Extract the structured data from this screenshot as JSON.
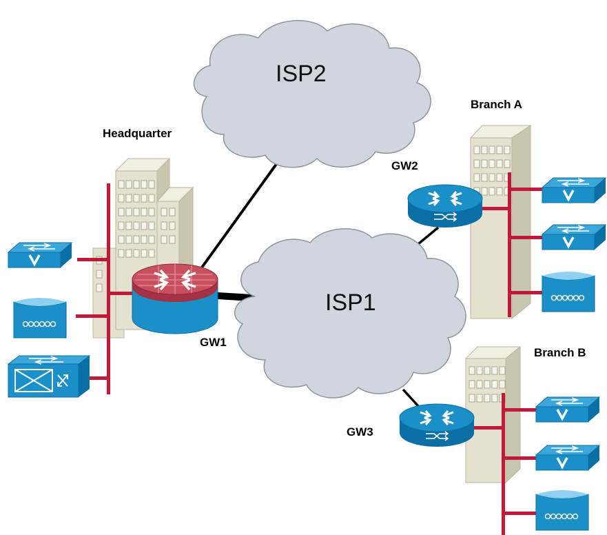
{
  "clouds": {
    "isp1": {
      "label": "ISP1"
    },
    "isp2": {
      "label": "ISP2"
    }
  },
  "sites": {
    "headquarter": {
      "label": "Headquarter",
      "router": "GW1"
    },
    "branch_a": {
      "label": "Branch A",
      "router": "GW2"
    },
    "branch_b": {
      "label": "Branch B",
      "router": "GW3"
    }
  },
  "colors": {
    "cloud": "#cfd6dd",
    "lan_bus": "#c2183a",
    "device_blue": "#1a8fc8",
    "device_blue_dark": "#0b6fa6",
    "firewall_router_top": "#c8505e",
    "building": "#e4e2d0"
  },
  "icons": [
    "cloud-icon",
    "building-icon",
    "router-icon",
    "firewall-router-icon",
    "workgroup-switch-icon",
    "optical-device-icon",
    "multilayer-switch-icon"
  ]
}
